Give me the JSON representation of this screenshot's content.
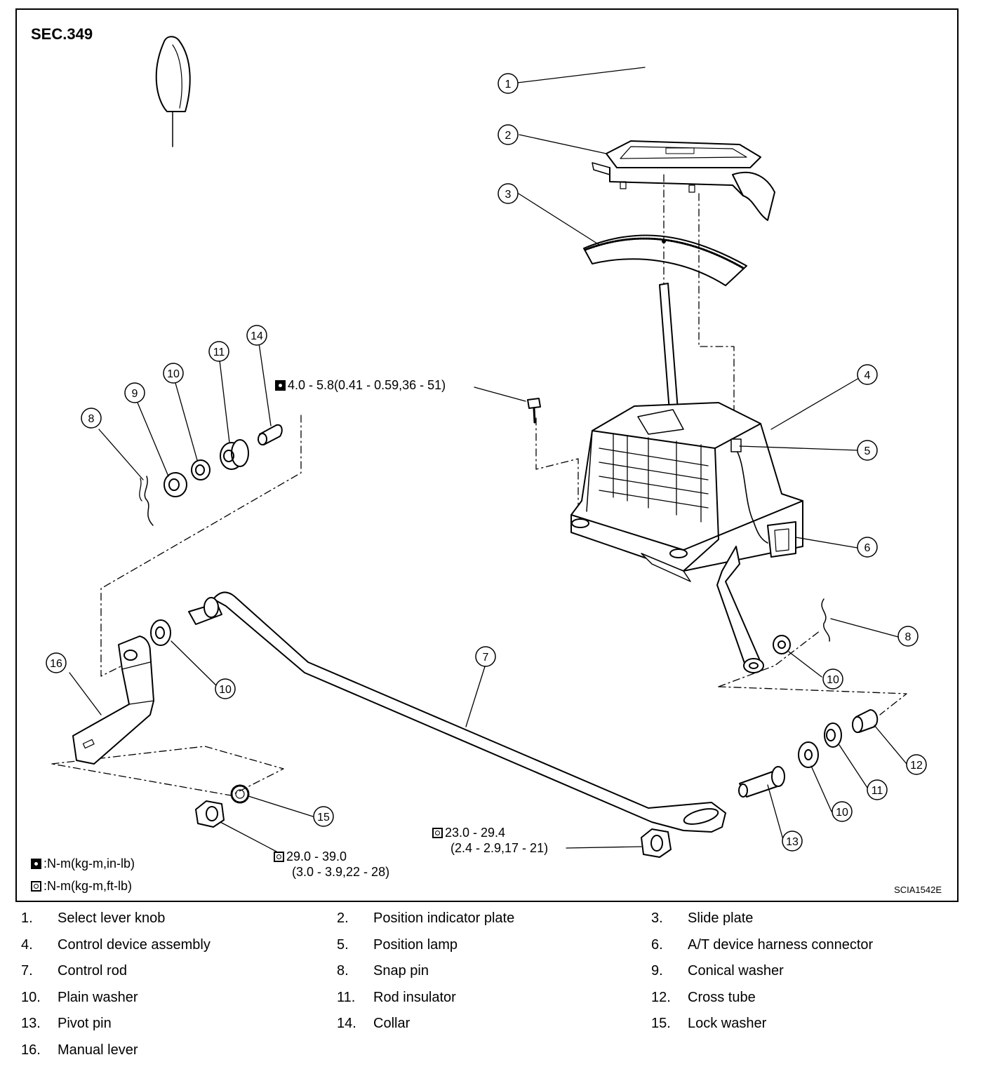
{
  "diagram": {
    "section": "SEC.349",
    "figure_code": "SCIA1542E",
    "callouts": [
      "1",
      "2",
      "3",
      "4",
      "5",
      "6",
      "7",
      "8",
      "8",
      "9",
      "10",
      "10",
      "10",
      "10",
      "11",
      "11",
      "12",
      "13",
      "14",
      "15",
      "16"
    ],
    "torque_specs": {
      "bolt": "4.0 - 5.8(0.41 - 0.59,36 - 51)",
      "nut_rod_line1": "23.0 - 29.4",
      "nut_rod_line2": "(2.4 - 2.9,17 - 21)",
      "nut_lever_line1": "29.0 - 39.0",
      "nut_lever_line2": "(3.0 - 3.9,22 - 28)"
    },
    "units_legend": {
      "in_lb": ":N-m(kg-m,in-lb)",
      "ft_lb": ":N-m(kg-m,ft-lb)"
    }
  },
  "parts_list": [
    {
      "num": "1.",
      "label": "Select lever knob"
    },
    {
      "num": "2.",
      "label": "Position indicator plate"
    },
    {
      "num": "3.",
      "label": "Slide plate"
    },
    {
      "num": "4.",
      "label": "Control device assembly"
    },
    {
      "num": "5.",
      "label": "Position lamp"
    },
    {
      "num": "6.",
      "label": "A/T device harness connector"
    },
    {
      "num": "7.",
      "label": "Control rod"
    },
    {
      "num": "8.",
      "label": "Snap pin"
    },
    {
      "num": "9.",
      "label": "Conical washer"
    },
    {
      "num": "10.",
      "label": "Plain washer"
    },
    {
      "num": "11.",
      "label": "Rod insulator"
    },
    {
      "num": "12.",
      "label": "Cross tube"
    },
    {
      "num": "13.",
      "label": "Pivot pin"
    },
    {
      "num": "14.",
      "label": "Collar"
    },
    {
      "num": "15.",
      "label": "Lock washer"
    },
    {
      "num": "16.",
      "label": "Manual lever"
    }
  ]
}
